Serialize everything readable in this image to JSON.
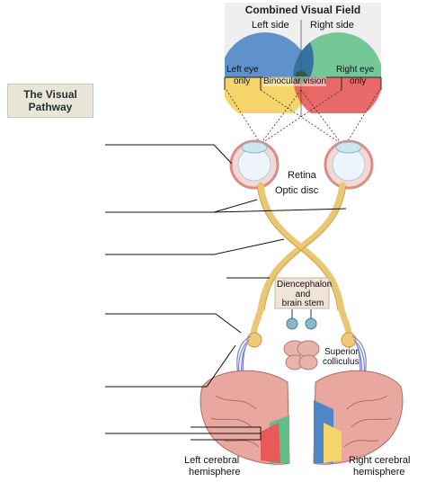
{
  "title": "The Visual\nPathway",
  "visual_field": {
    "title": "Combined Visual Field",
    "left_side": "Left side",
    "right_side": "Right side",
    "left_eye_only_1": "Left eye",
    "left_eye_only_2": "only",
    "binocular": "Binocular vision",
    "right_eye_only_1": "Right eye",
    "right_eye_only_2": "only"
  },
  "labels": {
    "retina": "Retina",
    "optic_disc": "Optic disc",
    "diencephalon_1": "Diencephalon",
    "diencephalon_2": "and",
    "diencephalon_3": "brain stem",
    "superior_1": "Superior",
    "superior_2": "colliculus",
    "left_hemi_1": "Left cerebral",
    "left_hemi_2": "hemisphere",
    "right_hemi_1": "Right cerebral",
    "right_hemi_2": "hemisphere"
  },
  "colors": {
    "blue": "#4f86c6",
    "green": "#5fbf87",
    "yellow": "#f5d56a",
    "red": "#e85a5a",
    "tract": "#e9c773",
    "brain": "#e8a8a0"
  }
}
